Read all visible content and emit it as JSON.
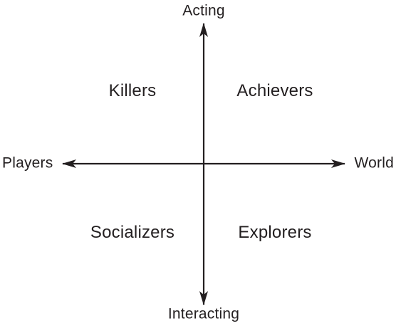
{
  "axes": {
    "top": "Acting",
    "bottom": "Interacting",
    "left": "Players",
    "right": "World"
  },
  "quadrants": {
    "top_left": "Killers",
    "top_right": "Achievers",
    "bottom_left": "Socializers",
    "bottom_right": "Explorers"
  },
  "colors": {
    "ink": "#231f20",
    "background": "#ffffff"
  }
}
